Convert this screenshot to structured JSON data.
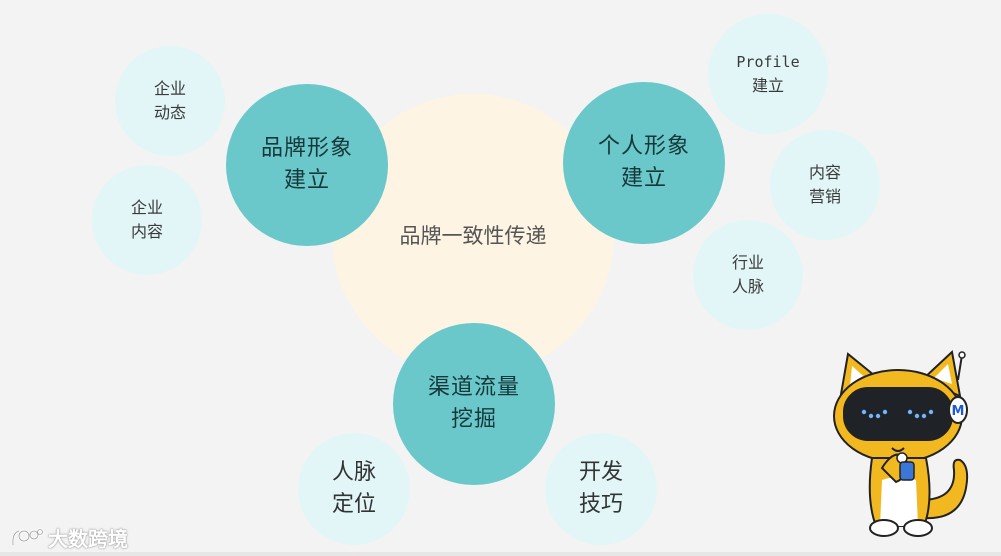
{
  "diagram": {
    "center": {
      "label": "品牌一致性传递"
    },
    "brand": {
      "lines": [
        "品牌形象",
        "建立"
      ]
    },
    "personal": {
      "lines": [
        "个人形象",
        "建立"
      ]
    },
    "channel": {
      "lines": [
        "渠道流量",
        "挖掘"
      ]
    },
    "bubbles": {
      "news": {
        "lines": [
          "企业",
          "动态"
        ]
      },
      "content": {
        "lines": [
          "企业",
          "内容"
        ]
      },
      "profile": {
        "lines": [
          "Profile",
          "建立"
        ]
      },
      "marketing": {
        "lines": [
          "内容",
          "营销"
        ]
      },
      "network": {
        "lines": [
          "行业",
          "人脉"
        ]
      },
      "position": {
        "lines": [
          "人脉",
          "定位"
        ]
      },
      "dev": {
        "lines": [
          "开发",
          "技巧"
        ]
      }
    }
  },
  "logo": {
    "text": "大数跨境"
  },
  "colors": {
    "main": "#6ac7ca",
    "light": "#e2f6f7",
    "center": "#fdf4e4",
    "mascot": "#f2b820"
  },
  "icons": {
    "mascot": "cat-mascot-with-vr-goggles-icon",
    "logo": "dashu-logo-icon"
  }
}
